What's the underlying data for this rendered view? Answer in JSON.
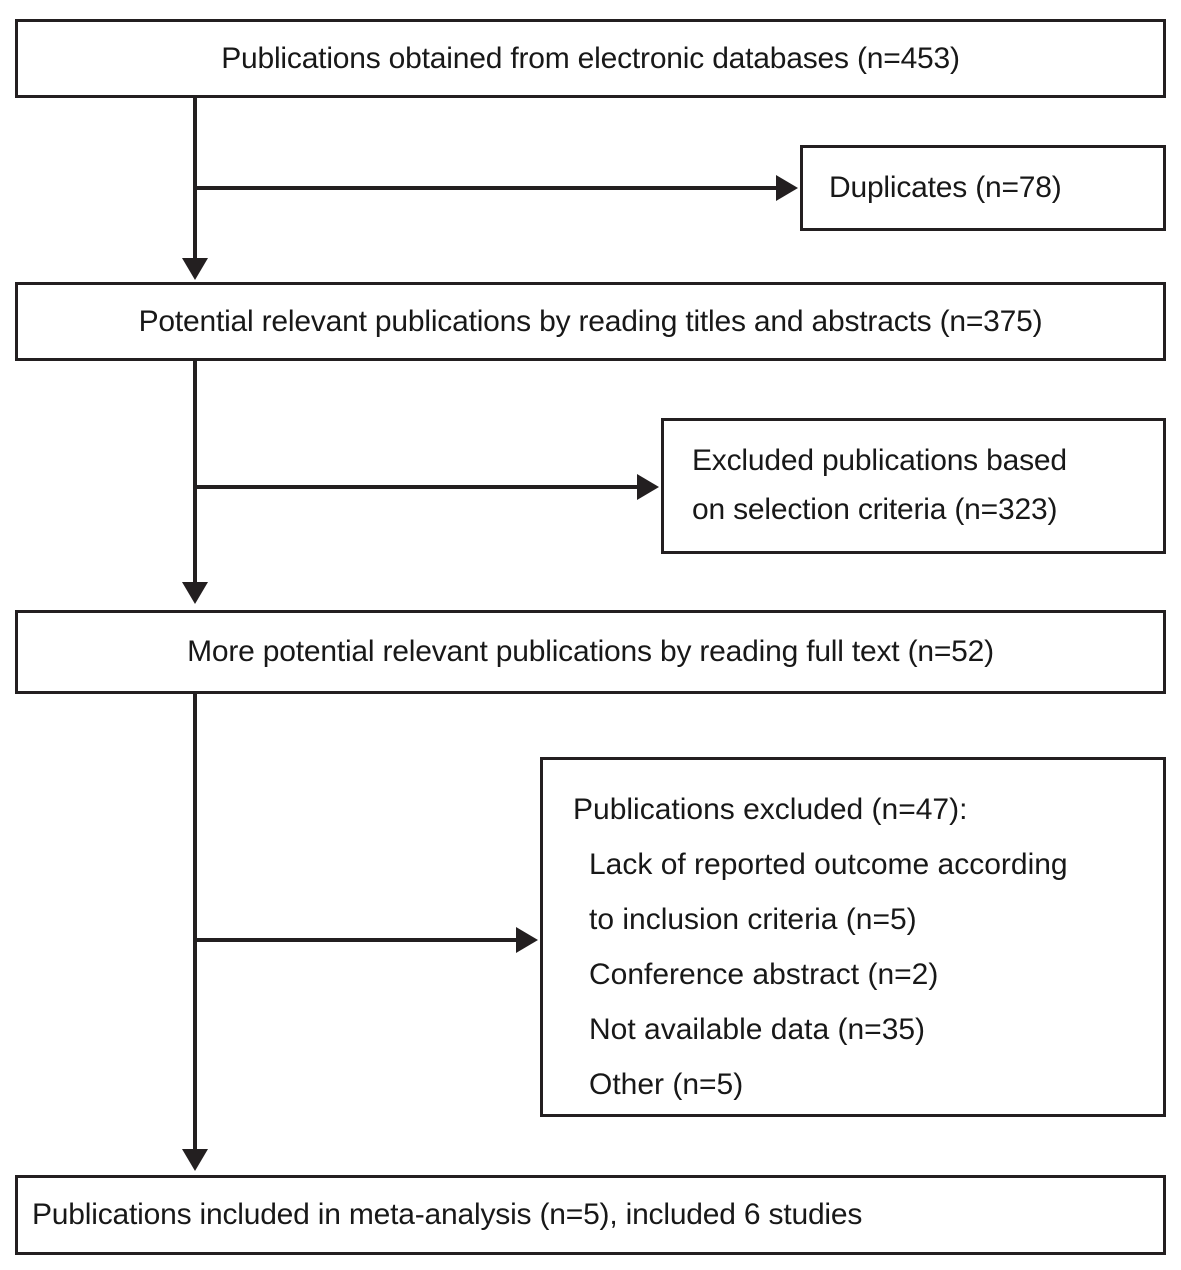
{
  "diagram": {
    "type": "prisma-flow-diagram",
    "colors": {
      "border": "#231f20",
      "text": "#181818",
      "background": "#ffffff"
    },
    "nodes": {
      "sources": {
        "label": "Publications obtained from electronic databases (n=453)",
        "count": 453
      },
      "duplicates": {
        "label": "Duplicates (n=78)",
        "count": 78
      },
      "titles_abstracts": {
        "label": "Potential relevant publications by reading titles and abstracts (n=375)",
        "count": 375
      },
      "excluded_criteria": {
        "line1": "Excluded publications based",
        "line2": "on selection criteria (n=323)",
        "count": 323
      },
      "full_text": {
        "label": "More potential relevant publications by reading full text (n=52)",
        "count": 52
      },
      "excluded_full_text": {
        "heading": "Publications excluded (n=47):",
        "count": 47,
        "reasons": [
          "Lack of reported outcome according",
          "to inclusion criteria (n=5)",
          "Conference abstract (n=2)",
          "Not available data (n=35)",
          "Other (n=5)"
        ]
      },
      "included": {
        "label": "Publications included in meta-analysis (n=5), included 6 studies",
        "count": 5,
        "studies": 6
      }
    },
    "edges": [
      {
        "from": "sources",
        "to": "titles_abstracts",
        "direction": "down"
      },
      {
        "from": "sources",
        "to": "duplicates",
        "direction": "right"
      },
      {
        "from": "titles_abstracts",
        "to": "full_text",
        "direction": "down"
      },
      {
        "from": "titles_abstracts",
        "to": "excluded_criteria",
        "direction": "right"
      },
      {
        "from": "full_text",
        "to": "included",
        "direction": "down"
      },
      {
        "from": "full_text",
        "to": "excluded_full_text",
        "direction": "right"
      }
    ]
  }
}
